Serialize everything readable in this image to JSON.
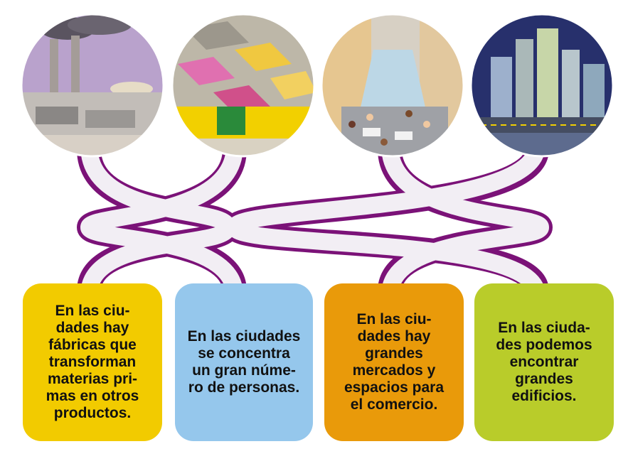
{
  "colors": {
    "connector_outline": "#7b1278",
    "connector_fill": "#f2eef4",
    "box_yellow": "#f2cb00",
    "box_blue": "#95c7ec",
    "box_orange": "#e99a0a",
    "box_green": "#b9cc2a"
  },
  "circles": [
    {
      "name": "factory-illustration",
      "subject": "factory with smokestacks"
    },
    {
      "name": "market-illustration",
      "subject": "market with colorful awnings"
    },
    {
      "name": "crowd-street-illustration",
      "subject": "crowded pedestrian street"
    },
    {
      "name": "skyscrapers-illustration",
      "subject": "skyscrapers and highway"
    }
  ],
  "boxes": [
    {
      "text": "En las ciu-\ndades hay\nfábricas que\ntransforman\nmaterias pri-\nmas en otros\nproductos.",
      "color": "#f2cb00"
    },
    {
      "text": "En las ciudades\nse concentra\nun gran núme-\nro de personas.",
      "color": "#95c7ec"
    },
    {
      "text": "En las ciu-\ndades hay\ngrandes\nmercados y\nespacios para\nel comercio.",
      "color": "#e99a0a"
    },
    {
      "text": "En las ciuda-\ndes podemos\nencontrar\ngrandes\nedificios.",
      "color": "#b9cc2a"
    }
  ]
}
